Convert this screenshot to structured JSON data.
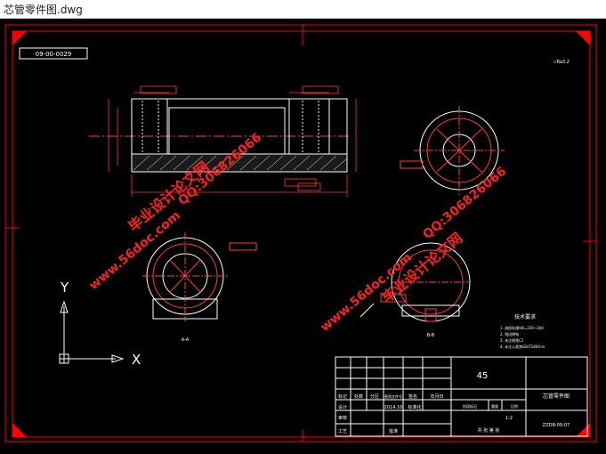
{
  "window": {
    "title": "芯管零件图.dwg"
  },
  "drawing": {
    "drawing_number_box": "09-00-0029",
    "roughness_note": "√Ra3.2",
    "material": "45",
    "part_name": "芯管零件图",
    "scale": "1:2",
    "drawing_code": "ZZDB-09-07",
    "sheet_note": "共  张  第  张",
    "date": "2014.10",
    "standardized": "标准化",
    "title_block_headers": [
      "标记",
      "处数",
      "分区",
      "更改文件号",
      "签名",
      "年月日"
    ],
    "title_block_rows": [
      "设计",
      "审核",
      "工艺",
      "批准"
    ],
    "stage_header": [
      "阶段标记",
      "重量",
      "比例"
    ],
    "tech_req_title": "技术要求",
    "tech_req_items": [
      "1. 调质处理HB=230~260",
      "2. 锐边倒钝",
      "3. 未注倒角C1",
      "4. 未注公差按GB/T1804-m"
    ],
    "view_label_a": "A-A",
    "view_label_b": "B-B",
    "ucs": {
      "x_label": "X",
      "y_label": "Y"
    }
  },
  "watermarks": [
    "毕业设计论文网",
    "www.56doc.com",
    "QQ:306826066"
  ],
  "colors": {
    "frame": "#ff0000",
    "line": "#ffffff",
    "hatch": "#ffffff",
    "wm": "#ff2020",
    "dim": "#ff3b3b"
  }
}
